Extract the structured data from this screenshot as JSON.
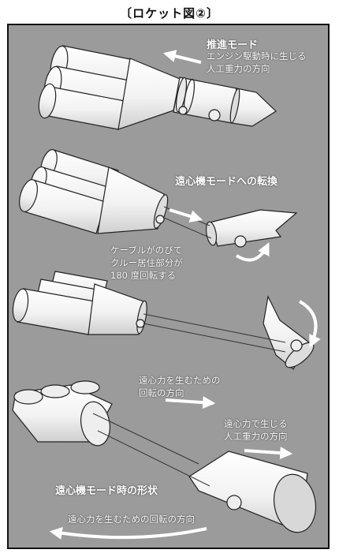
{
  "title": "〔ロケット図②〕",
  "labels": {
    "thrust_mode": "推進モード",
    "thrust_gravity_line1": "エンジン駆動時に生じる",
    "thrust_gravity_line2": "人工重力の方向",
    "switch_mode": "遠心機モードへの転換",
    "cable_line1": "ケーブルがのびて",
    "cable_line2": "クルー居住部分が",
    "cable_line3": "180 度回転する",
    "centrifugal_dir_line1": "遠心力を生むための",
    "centrifugal_dir_line2": "回転の方向",
    "centrifugal_gravity_line1": "遠心力で生じる",
    "centrifugal_gravity_line2": "人工重力の方向",
    "centrifuge_shape": "遠心機モード時の形状",
    "rotation_dir_bottom": "遠心力を生むための回転の方向"
  }
}
